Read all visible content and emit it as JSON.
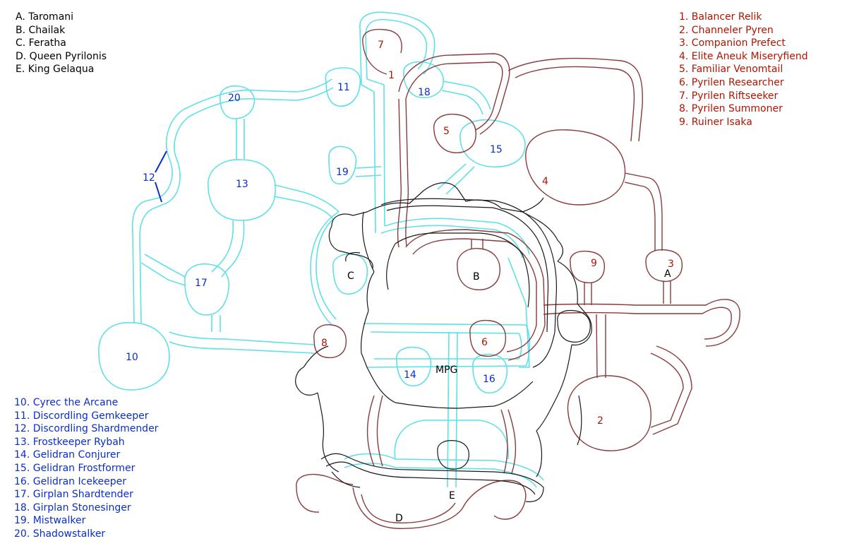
{
  "colors": {
    "black_label": "#000000",
    "red_label": "#b01400",
    "blue_label": "#0a2ec8",
    "cyan_outline": "#5fe0e8",
    "red_outline": "#8b3a3a",
    "black_outline": "#1a1a1a"
  },
  "legend_black": [
    "A. Taromani",
    "B. Chailak",
    "C. Feratha",
    "D. Queen Pyrilonis",
    "E. King Gelaqua"
  ],
  "legend_red": [
    "1. Balancer Relik",
    "2. Channeler Pyren",
    "3. Companion Prefect",
    "4. Elite Aneuk Miseryfiend",
    "5. Familiar Venomtail",
    "6. Pyrilen Researcher",
    "7. Pyrilen Riftseeker",
    "8. Pyrilen Summoner",
    "9. Ruiner Isaka"
  ],
  "legend_blue": [
    "10. Cyrec the Arcane",
    "11. Discordling Gemkeeper",
    "12. Discordling Shardmender",
    "13. Frostkeeper Rybah",
    "14. Gelidran Conjurer",
    "15. Gelidran Frostformer",
    "16. Gelidran Icekeeper",
    "17. Girplan Shardtender",
    "18. Girplan Stonesinger",
    "19. Mistwalker",
    "20. Shadowstalker"
  ],
  "map_labels": {
    "black": [
      "A",
      "B",
      "C",
      "D",
      "E",
      "MPG"
    ],
    "red": [
      "1",
      "2",
      "3",
      "4",
      "5",
      "6",
      "7",
      "8",
      "9"
    ],
    "blue": [
      "10",
      "11",
      "12",
      "13",
      "14",
      "15",
      "16",
      "17",
      "18",
      "19",
      "20"
    ]
  }
}
